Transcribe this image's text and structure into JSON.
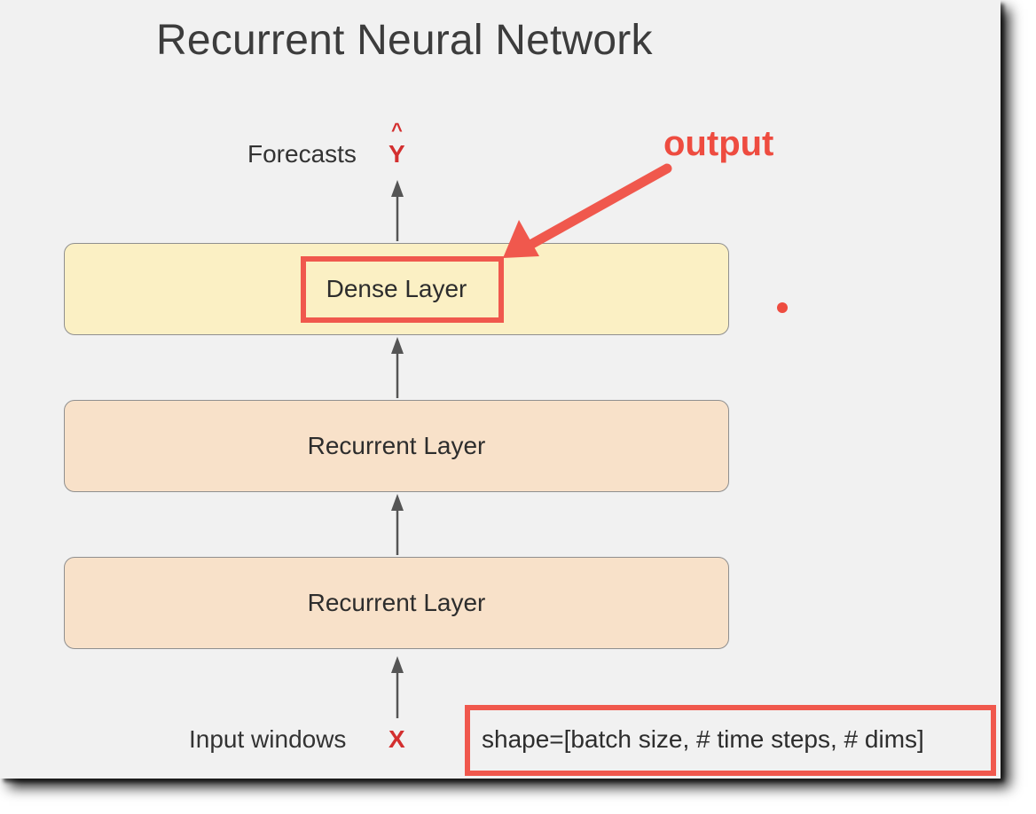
{
  "title": "Recurrent Neural Network",
  "forecasts": {
    "label": "Forecasts",
    "variable": "Y",
    "hat": "^"
  },
  "layers": [
    {
      "label": "Dense Layer"
    },
    {
      "label": "Recurrent Layer"
    },
    {
      "label": "Recurrent Layer"
    }
  ],
  "input": {
    "label": "Input windows",
    "variable": "X"
  },
  "annotations": {
    "output_label": "output",
    "shape_text": "shape=[batch size, # time steps, # dims]",
    "highlight_color": "#f0584d"
  },
  "colors": {
    "dense_fill": "#fbf0c4",
    "recurrent_fill": "#f8e1c9",
    "variable": "#d32f2f"
  }
}
